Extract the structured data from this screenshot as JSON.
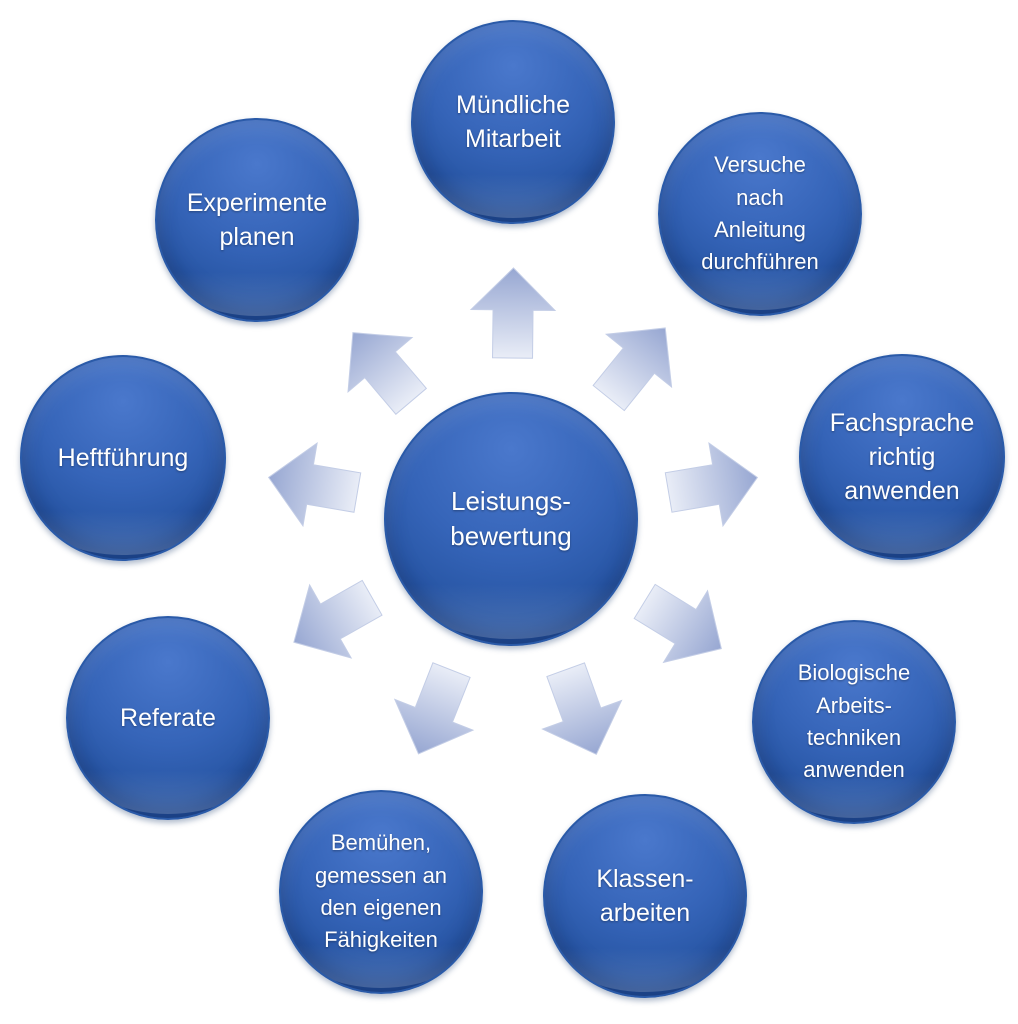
{
  "center": {
    "label": "Leistungs-\nbewertung"
  },
  "nodes": [
    {
      "id": "muendliche-mitarbeit",
      "label": "Mündliche\nMitarbeit"
    },
    {
      "id": "versuche-nach-anleitung",
      "label": "Versuche\nnach\nAnleitung\ndurchführen"
    },
    {
      "id": "fachsprache",
      "label": "Fachsprache\nrichtig\nanwenden"
    },
    {
      "id": "biologische-arbeitstechniken",
      "label": "Biologische\nArbeits-\ntechniken\nanwenden"
    },
    {
      "id": "klassenarbeiten",
      "label": "Klassen-\narbeiten"
    },
    {
      "id": "bemuehen",
      "label": "Bemühen,\ngemessen an\nden eigenen\nFähigkeiten"
    },
    {
      "id": "referate",
      "label": "Referate"
    },
    {
      "id": "heftfuehrung",
      "label": "Heftführung"
    },
    {
      "id": "experimente-planen",
      "label": "Experimente\nplanen"
    }
  ],
  "colors": {
    "circle": "#3564b8",
    "arrow_light": "#e8ecf7",
    "arrow_dark": "#9aa9d3",
    "text": "#ffffff"
  }
}
